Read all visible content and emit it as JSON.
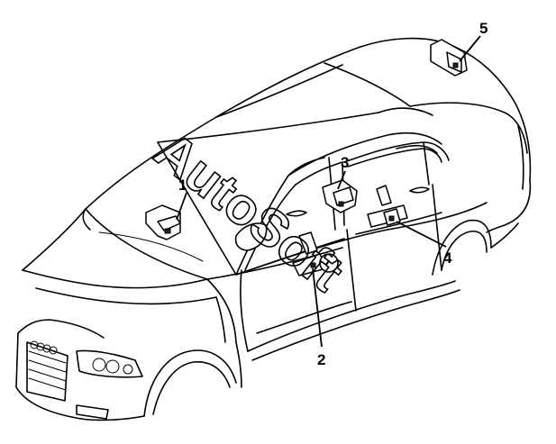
{
  "diagram": {
    "callouts": [
      {
        "number": "1"
      },
      {
        "number": "2"
      },
      {
        "number": "3"
      },
      {
        "number": "4"
      },
      {
        "number": "5"
      }
    ],
    "watermark": "AutoSoft"
  }
}
